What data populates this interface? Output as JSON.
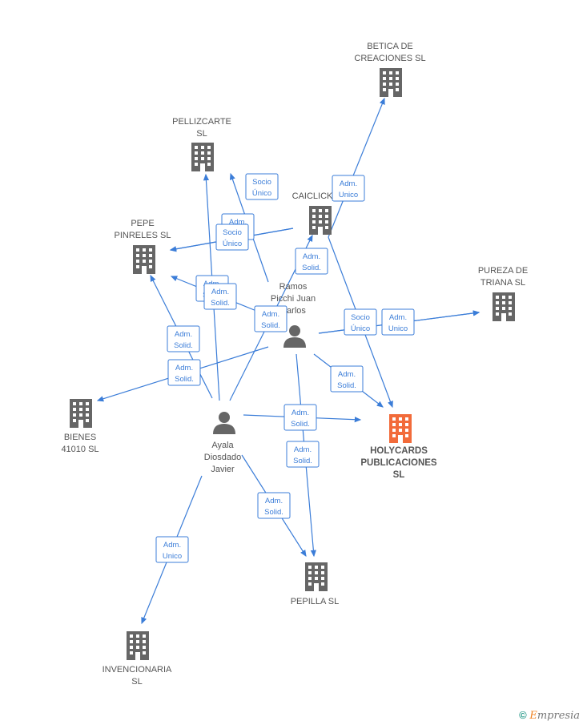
{
  "brand": {
    "copyright": "©",
    "logo_initial": "E",
    "logo_rest": "mpresia"
  },
  "colors": {
    "edge": "#3b7dd8",
    "company": "#666666",
    "main_company": "#f26b3a",
    "person": "#666666"
  },
  "nodes": [
    {
      "id": "betica",
      "type": "company",
      "label": [
        "BETICA DE",
        "CREACIONES SL"
      ]
    },
    {
      "id": "pellizcarte",
      "type": "company",
      "label": [
        "PELLIZCARTE",
        "SL"
      ]
    },
    {
      "id": "caiclick",
      "type": "company",
      "label": [
        "CAICLICK"
      ]
    },
    {
      "id": "pepe",
      "type": "company",
      "label": [
        "PEPE",
        "PINRELES SL"
      ]
    },
    {
      "id": "pureza",
      "type": "company",
      "label": [
        "PUREZA DE",
        "TRIANA SL"
      ]
    },
    {
      "id": "ramos",
      "type": "person",
      "label": [
        "Ramos",
        "Picchi Juan",
        "Carlos"
      ]
    },
    {
      "id": "bienes",
      "type": "company",
      "label": [
        "BIENES",
        "41010 SL"
      ]
    },
    {
      "id": "holycards",
      "type": "main",
      "label": [
        "HOLYCARDS",
        "PUBLICACIONES",
        "SL"
      ]
    },
    {
      "id": "ayala",
      "type": "person",
      "label": [
        "Ayala",
        "Diosdado",
        "Javier"
      ]
    },
    {
      "id": "pepilla",
      "type": "company",
      "label": [
        "PEPILLA SL"
      ]
    },
    {
      "id": "invencionaria",
      "type": "company",
      "label": [
        "INVENCIONARIA",
        "SL"
      ]
    }
  ],
  "edges": [
    {
      "from": "ramos",
      "to": "betica",
      "label": [
        "Adm.",
        "Unico"
      ]
    },
    {
      "from": "ramos",
      "to": "pellizcarte",
      "label": [
        "Socio",
        "Único"
      ]
    },
    {
      "from": "ramos",
      "to": "pepe",
      "label": [
        "Adm.",
        "Unico"
      ]
    },
    {
      "from": "ramos",
      "to": "pepe",
      "label": [
        "Socio",
        "Único"
      ]
    },
    {
      "from": "ramos",
      "to": "pepe",
      "label": [
        "Adm.",
        "Solid."
      ]
    },
    {
      "from": "ramos",
      "to": "pureza",
      "label": [
        "Socio",
        "Único"
      ]
    },
    {
      "from": "ramos",
      "to": "pureza",
      "label": [
        "Adm.",
        "Unico"
      ]
    },
    {
      "from": "ramos",
      "to": "holycards",
      "label": [
        "Adm.",
        "Solid."
      ]
    },
    {
      "from": "ramos",
      "to": "bienes",
      "label": [
        "Adm.",
        "Solid."
      ]
    },
    {
      "from": "ramos",
      "to": "pepilla",
      "label": [
        "Adm.",
        "Solid."
      ]
    },
    {
      "from": "ayala",
      "to": "caiclick",
      "label": [
        "Adm.",
        "Solid."
      ]
    },
    {
      "from": "ayala",
      "to": "pellizcarte",
      "label": [
        "Adm.",
        "Solid."
      ]
    },
    {
      "from": "ayala",
      "to": "pepe",
      "label": [
        "Adm.",
        "Solid."
      ]
    },
    {
      "from": "ayala",
      "to": "holycards",
      "label": [
        "Adm.",
        "Solid."
      ]
    },
    {
      "from": "ayala",
      "to": "pepilla",
      "label": [
        "Adm.",
        "Solid."
      ]
    },
    {
      "from": "ayala",
      "to": "invencionaria",
      "label": [
        "Adm.",
        "Unico"
      ]
    },
    {
      "from": "caiclick",
      "to": "holycards",
      "label": [
        "Adm.",
        "Solid."
      ]
    }
  ]
}
